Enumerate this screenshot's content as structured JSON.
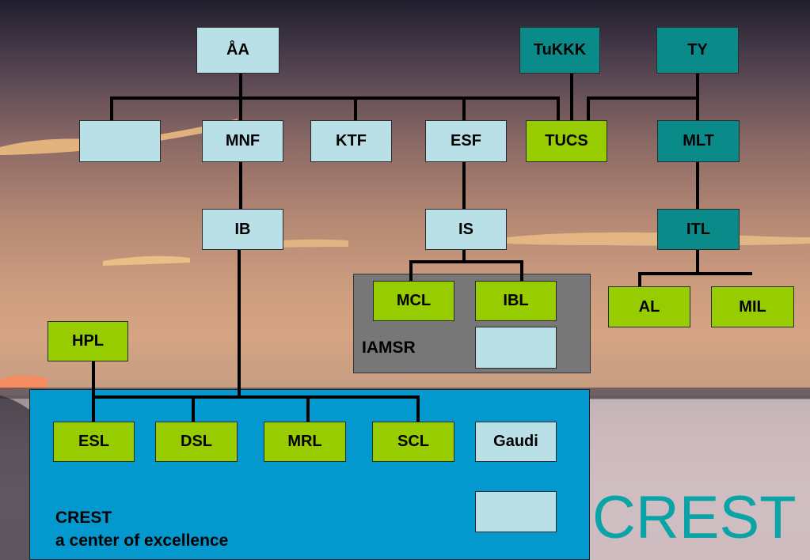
{
  "nodes": {
    "aa": "ÅA",
    "tukkk": "TuKKK",
    "ty": "TY",
    "unnamed_top": "",
    "mnf": "MNF",
    "ktf": "KTF",
    "esf": "ESF",
    "tucs": "TUCS",
    "mlt": "MLT",
    "ib": "IB",
    "is": "IS",
    "itl": "ITL",
    "mcl": "MCL",
    "ibl": "IBL",
    "al": "AL",
    "mil": "MIL",
    "hpl": "HPL",
    "iamsr_empty": "",
    "esl": "ESL",
    "dsl": "DSL",
    "mrl": "MRL",
    "scl": "SCL",
    "gaudi": "Gaudi",
    "crest_empty": ""
  },
  "labels": {
    "iamsr": "IAMSR",
    "crest_line1": "CREST",
    "crest_line2": "a center of excellence"
  },
  "logo": {
    "text": "CREST",
    "color": "#0aa3a6",
    "accent_color": "#2a9a1a"
  },
  "colors": {
    "light": "#b9e0e6",
    "teal": "#0b8a8a",
    "green": "#97cc00",
    "crest_panel": "#0399cf",
    "iamsr_panel": "#777777"
  }
}
